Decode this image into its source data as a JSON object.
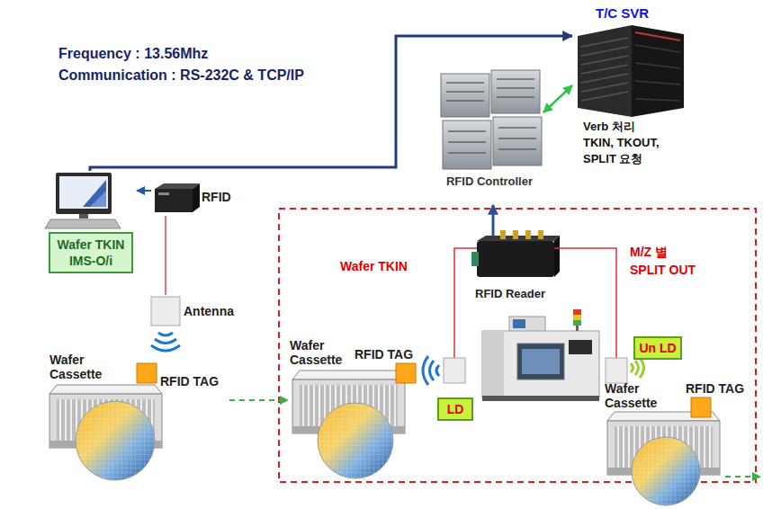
{
  "diagram": {
    "nodes": [
      {
        "text": [
          "T/C SVR",
          "Verb 처리 TKIN, TKOUT, SPLIT 요청"
        ]
      },
      {
        "text": [
          "RFID Controller"
        ]
      },
      {
        "text": [
          "Wafer TKIN IMS-O/i"
        ]
      },
      {
        "text": [
          "RFID"
        ]
      },
      {
        "text": [
          "RFID Reader"
        ]
      },
      {
        "text": [
          "Antenna"
        ]
      },
      {
        "text": [
          "Un LD"
        ]
      },
      {
        "text": [
          "LD"
        ]
      },
      {
        "text": [
          "Wafer Cassette",
          "RFID TAG"
        ]
      },
      {
        "text": [
          "Wafer Cassette",
          "RFID TAG"
        ]
      },
      {
        "text": [
          "Wafer Cassette",
          "RFID TAG"
        ]
      }
    ],
    "edges": [
      {
        "from": 2,
        "to": 0,
        "arrow": "to"
      },
      {
        "from": 3,
        "to": 2,
        "arrow": "to"
      },
      {
        "from": 3,
        "to": 5,
        "arrow": "none"
      },
      {
        "from": 8,
        "to": 9,
        "arrow": "to"
      },
      {
        "from": 4,
        "to": 1,
        "arrow": "to"
      },
      {
        "from": 1,
        "to": 0,
        "arrow": "both"
      }
    ],
    "labels": [
      "Frequency : 13.56Mhz",
      "Communication : RS-232C & TCP/IP",
      "Wafer TKIN",
      "M/Z 별 SPLIT OUT"
    ]
  }
}
